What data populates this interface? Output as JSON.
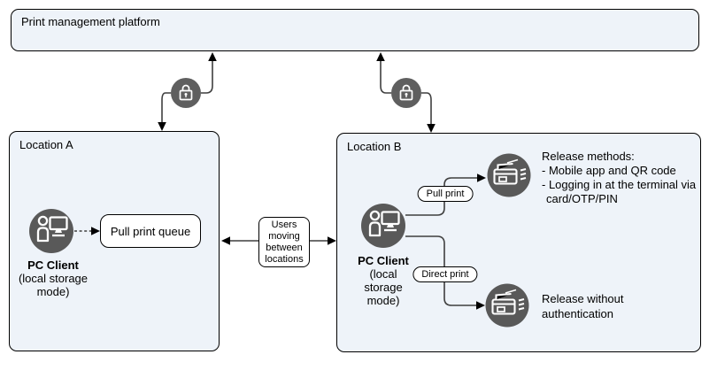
{
  "platform": {
    "title": "Print management platform"
  },
  "location_a": {
    "label": "Location A",
    "pc_client_name": "PC Client",
    "pc_client_mode": [
      "(local storage",
      "mode)"
    ],
    "queue_label": "Pull print queue"
  },
  "users_link": {
    "lines": [
      "Users",
      "moving",
      "between",
      "locations"
    ]
  },
  "location_b": {
    "label": "Location B",
    "pc_client_name": "PC Client",
    "pc_client_mode": [
      "(local",
      "storage",
      "mode)"
    ],
    "pull_print_label": "Pull print",
    "direct_print_label": "Direct print",
    "release_methods": [
      "Release methods:",
      "- Mobile app and QR code",
      "- Logging in at the terminal via",
      "card/OTP/PIN"
    ],
    "release_without": [
      "Release without",
      "authentication"
    ]
  },
  "icons": {
    "lock": "lock-icon",
    "pc_client": "pc-client-icon",
    "printer": "printer-icon"
  },
  "colors": {
    "box_fill": "#eef3f9",
    "box_border": "#000000",
    "icon_circle": "#595959",
    "lock_circle": "#5f5f5f",
    "connector": "#3f3f3f",
    "arrowhead": "#000000",
    "text": "#000000"
  }
}
